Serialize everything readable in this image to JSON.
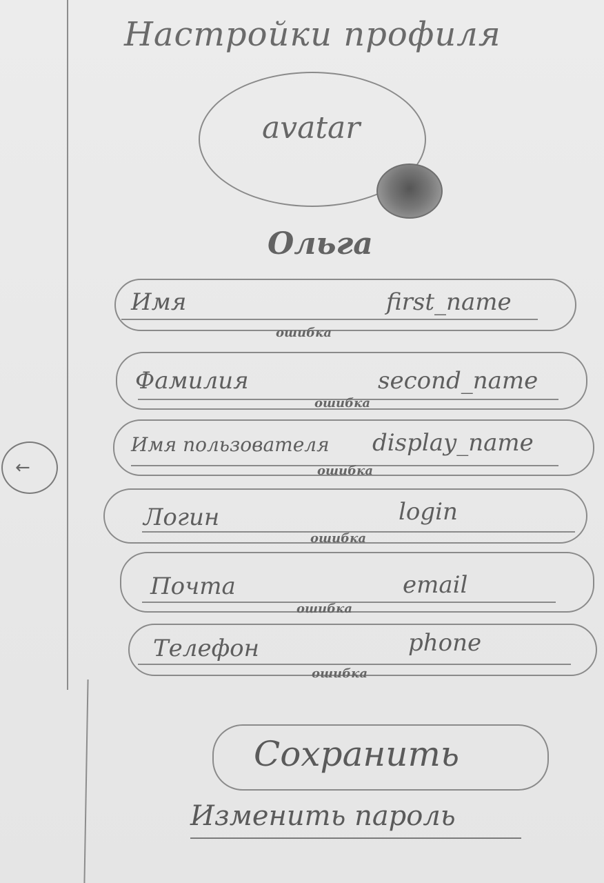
{
  "header": {
    "title": "Настройки профиля"
  },
  "nav": {
    "back_icon": "arrow-left-icon",
    "back_glyph": "←"
  },
  "profile": {
    "avatar_label": "avatar",
    "avatar_edit_icon": "camera-icon",
    "display_name": "Ольга"
  },
  "fields": [
    {
      "id": "first-name",
      "label": "Имя",
      "value": "first_name",
      "error": "ошибка"
    },
    {
      "id": "second-name",
      "label": "Фамилия",
      "value": "second_name",
      "error": "ошибка"
    },
    {
      "id": "display-name",
      "label": "Имя пользователя",
      "value": "display_name",
      "error": "ошибка"
    },
    {
      "id": "login",
      "label": "Логин",
      "value": "login",
      "error": "ошибка"
    },
    {
      "id": "email",
      "label": "Почта",
      "value": "email",
      "error": "ошибка"
    },
    {
      "id": "phone",
      "label": "Телефон",
      "value": "phone",
      "error": "ошибка"
    }
  ],
  "actions": {
    "save_label": "Сохранить",
    "change_password_label": "Изменить пароль"
  }
}
